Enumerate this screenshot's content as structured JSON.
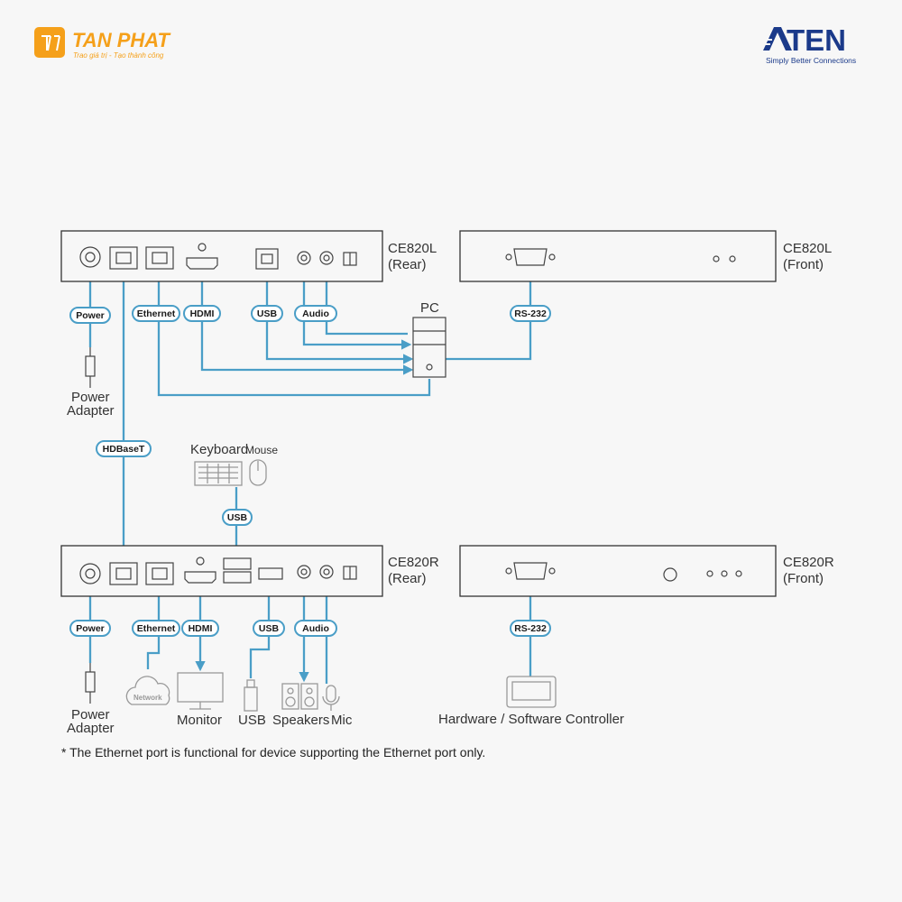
{
  "branding": {
    "tanphat_name": "TAN PHAT",
    "tanphat_slogan": "Trao giá trị - Tạo thành công",
    "tanphat_color": "#f5a01a",
    "aten_name": "ATEN",
    "aten_slogan": "Simply Better Connections",
    "aten_color": "#1b3a8a"
  },
  "colors": {
    "cable": "#4a9ec7",
    "outline": "#333333"
  },
  "devices": {
    "local_rear": [
      "CE820L",
      "(Rear)"
    ],
    "local_front": [
      "CE820L",
      "(Front)"
    ],
    "remote_rear": [
      "CE820R",
      "(Rear)"
    ],
    "remote_front": [
      "CE820R",
      "(Front)"
    ]
  },
  "cables": {
    "power": "Power",
    "ethernet": "Ethernet",
    "hdmi": "HDMI",
    "usb": "USB",
    "audio": "Audio",
    "rs232": "RS-232",
    "hdbaset": "HDBaseT"
  },
  "peripherals": {
    "pc": "PC",
    "power_adapter": [
      "Power",
      "Adapter"
    ],
    "keyboard": "Keyboard",
    "mouse": "Mouse",
    "network": "Network",
    "monitor": "Monitor",
    "usb": "USB",
    "speakers": "Speakers",
    "mic": "Mic",
    "controller": "Hardware / Software Controller"
  },
  "footnote": "* The Ethernet port is functional for device supporting the Ethernet port only."
}
